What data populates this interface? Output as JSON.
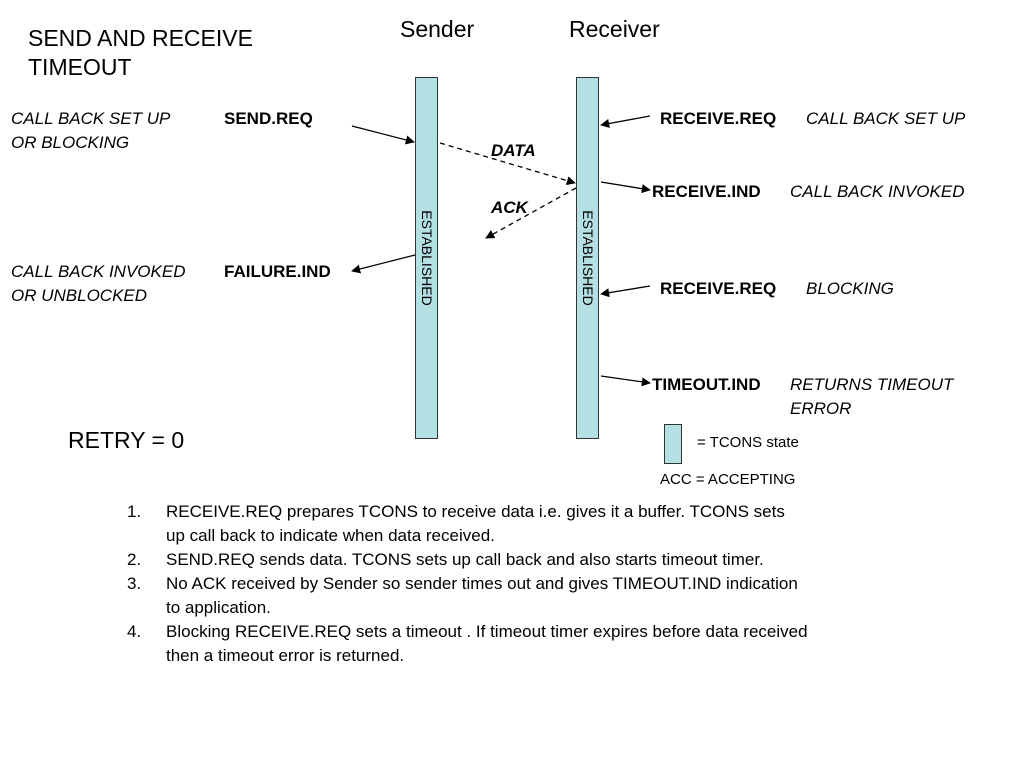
{
  "title": {
    "line1": "SEND AND RECEIVE",
    "line2": "TIMEOUT"
  },
  "sender": {
    "label": "Sender",
    "state": "ESTABLISHED"
  },
  "receiver": {
    "label": "Receiver",
    "state": "ESTABLISHED"
  },
  "left_events": [
    {
      "primitive": "SEND.REQ",
      "note_line1": "CALL BACK SET UP",
      "note_line2": "OR BLOCKING"
    },
    {
      "primitive": "FAILURE.IND",
      "note_line1": "CALL BACK INVOKED",
      "note_line2": "OR UNBLOCKED"
    }
  ],
  "right_events": [
    {
      "primitive": "RECEIVE.REQ",
      "note_line1": "CALL BACK SET UP",
      "note_line2": ""
    },
    {
      "primitive": "RECEIVE.IND",
      "note_line1": "CALL BACK INVOKED",
      "note_line2": ""
    },
    {
      "primitive": "RECEIVE.REQ",
      "note_line1": "BLOCKING",
      "note_line2": ""
    },
    {
      "primitive": "TIMEOUT.IND",
      "note_line1": "RETURNS TIMEOUT",
      "note_line2": "ERROR"
    }
  ],
  "messages": {
    "data": "DATA",
    "ack": "ACK"
  },
  "retry": "RETRY = 0",
  "legend": {
    "state": "= TCONS state",
    "acc": "ACC = ACCEPTING"
  },
  "notes": [
    {
      "num": "1.",
      "line1": "RECEIVE.REQ prepares TCONS to receive data i.e. gives it a buffer. TCONS sets",
      "line2": "up call back to indicate when data received."
    },
    {
      "num": "2.",
      "line1": "SEND.REQ sends data. TCONS sets up call back and also starts timeout timer.",
      "line2": ""
    },
    {
      "num": "3.",
      "line1": "No ACK received by Sender so sender times out and gives TIMEOUT.IND indication",
      "line2": "to application."
    },
    {
      "num": "4.",
      "line1": "Blocking RECEIVE.REQ sets a timeout . If timeout timer expires before data received",
      "line2": "then a timeout error is returned."
    }
  ],
  "colors": {
    "state_fill": "#b4dfe3",
    "line": "#000000"
  }
}
